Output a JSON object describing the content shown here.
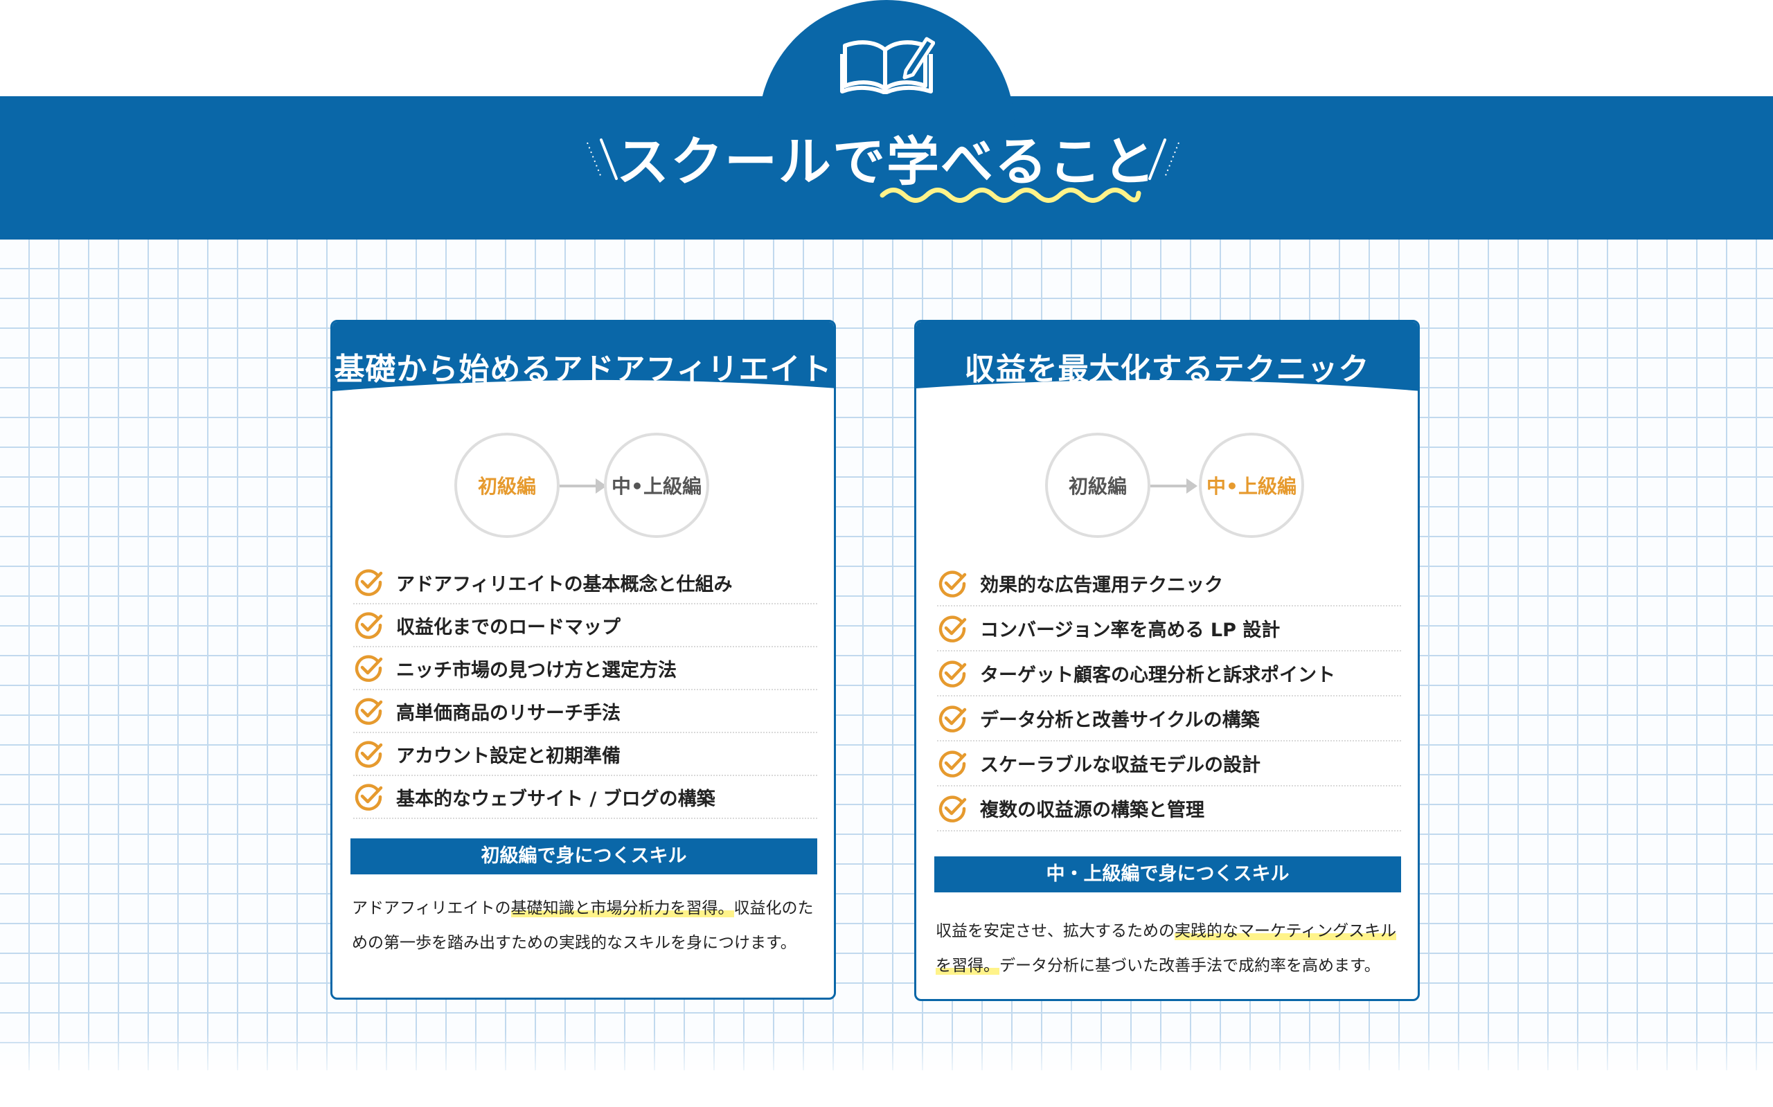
{
  "header": {
    "title": "スクールで学べること",
    "icon": "book-pen-icon",
    "colors": {
      "primary": "#0a67a8",
      "accent": "#e69a2e",
      "wave": "#fff38a"
    }
  },
  "cards": [
    {
      "title": "基礎から始めるアドアフィリエイト",
      "levels": [
        {
          "label": "初級編",
          "active": true
        },
        {
          "label": "中•上級編",
          "active": false
        }
      ],
      "items": [
        "アドアフィリエイトの基本概念と仕組み",
        "収益化までのロードマップ",
        "ニッチ市場の見つけ方と選定方法",
        "高単価商品のリサーチ手法",
        "アカウント設定と初期準備",
        "基本的なウェブサイト / ブログの構築"
      ],
      "skill_title": "初級編で身につくスキル",
      "skill_text": {
        "pre": "アドアフィリエイトの",
        "highlight": "基礎知識と市場分析力を習得。",
        "post": "収益化のための第一歩を踏み出すための実践的なスキルを身につけます。"
      }
    },
    {
      "title": "収益を最大化するテクニック",
      "levels": [
        {
          "label": "初級編",
          "active": false
        },
        {
          "label": "中•上級編",
          "active": true
        }
      ],
      "items": [
        "効果的な広告運用テクニック",
        "コンバージョン率を高める LP 設計",
        "ターゲット顧客の心理分析と訴求ポイント",
        "データ分析と改善サイクルの構築",
        "スケーラブルな収益モデルの設計",
        "複数の収益源の構築と管理"
      ],
      "skill_title": "中・上級編で身につくスキル",
      "skill_text": {
        "pre": "収益を安定させ、拡大するための",
        "highlight": "実践的なマーケティングスキルを習得。",
        "post": "データ分析に基づいた改善手法で成約率を高めます。"
      }
    }
  ]
}
